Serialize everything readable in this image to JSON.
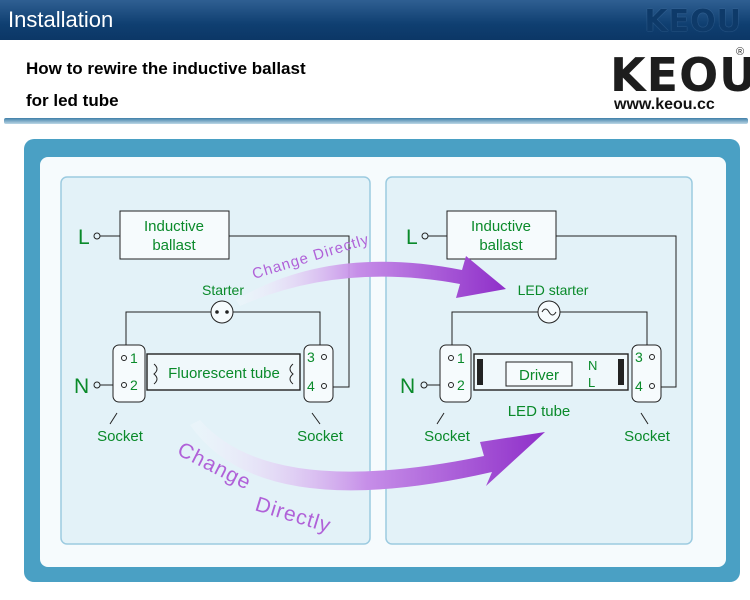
{
  "header": {
    "title": "Installation",
    "logo_text": "KEOU"
  },
  "heading": {
    "line1": "How to rewire the inductive ballast",
    "line2": "for led tube"
  },
  "brand": {
    "logo_text": "KEOU",
    "registered": "®",
    "url": "www.keou.cc"
  },
  "left_panel": {
    "line_label": "L",
    "neutral_label": "N",
    "ballast_line1": "Inductive",
    "ballast_line2": "ballast",
    "starter_label": "Starter",
    "tube_label": "Fluorescent tube",
    "pin_1": "1",
    "pin_2": "2",
    "pin_3": "3",
    "pin_4": "4",
    "socket_left": "Socket",
    "socket_right": "Socket"
  },
  "right_panel": {
    "line_label": "L",
    "neutral_label": "N",
    "ballast_line1": "Inductive",
    "ballast_line2": "ballast",
    "starter_label": "LED starter",
    "driver_label": "Driver",
    "driver_n": "N",
    "driver_l": "L",
    "tube_label": "LED tube",
    "pin_1": "1",
    "pin_2": "2",
    "pin_3": "3",
    "pin_4": "4",
    "socket_left": "Socket",
    "socket_right": "Socket"
  },
  "arrows": {
    "top_label": "Change  Directly",
    "bottom_label": "Change  Directly"
  },
  "colors": {
    "label_green": "#0a8a2a",
    "arrow_purple": "#a64bd6",
    "panel_bg": "#e3f2f8",
    "frame_blue": "#4aa0c4"
  }
}
